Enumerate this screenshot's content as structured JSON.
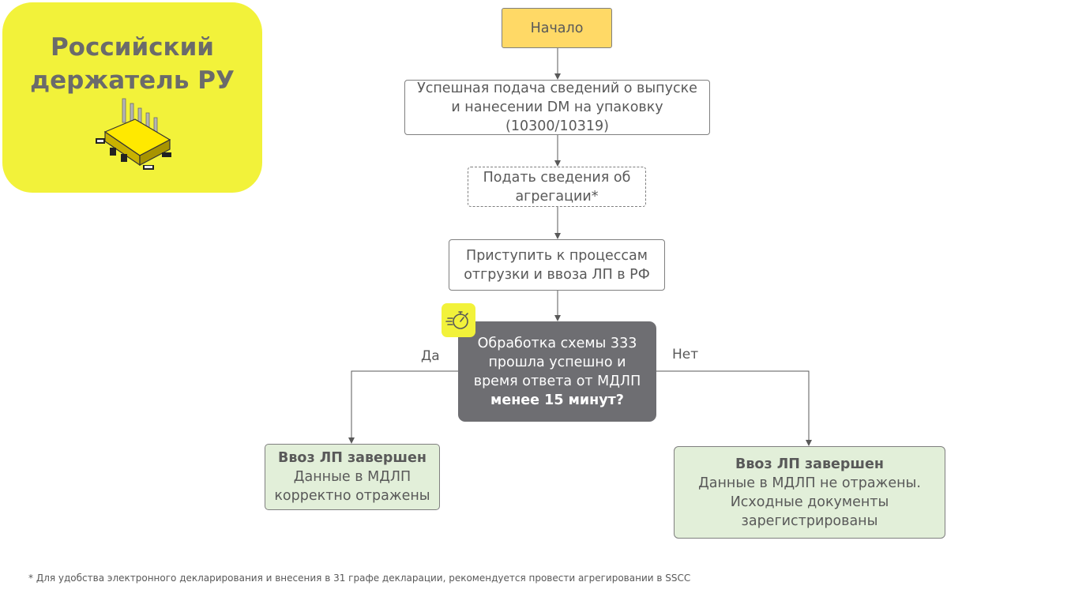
{
  "header_card": {
    "title_lines": [
      "Российский",
      "держатель РУ"
    ],
    "icon": "microchip-icon",
    "color": "#f2f23a"
  },
  "flow": {
    "start": "Начало",
    "step1_lines": [
      "Успешная подача сведений о выпуске",
      "и нанесении DM на упаковку",
      "(10300/10319)"
    ],
    "step2_lines": [
      "Подать сведения об",
      "агрегации*"
    ],
    "step3_lines": [
      "Приступить к процессам",
      "отгрузки и ввоза ЛП в РФ"
    ],
    "decision_lines": [
      "Обработка схемы 333",
      "прошла успешно и",
      "время ответа от МДЛП"
    ],
    "decision_bold": "менее 15 минут?",
    "decision_icon": "stopwatch-icon",
    "yes_label": "Да",
    "no_label": "Нет",
    "yes_result": {
      "title": "Ввоз ЛП завершен",
      "lines": [
        "Данные в МДЛП",
        "корректно отражены"
      ]
    },
    "no_result": {
      "title": "Ввоз ЛП завершен",
      "lines": [
        "Данные в МДЛП не отражены.",
        "Исходные документы",
        "зарегистрированы"
      ]
    }
  },
  "footnote": "* Для удобства электронного декларирования и внесения в 31 графе декларации, рекомендуется провести агрегировании в SSCC",
  "colors": {
    "accent_yellow": "#f2f23a",
    "start_fill": "#ffd966",
    "decision_fill": "#6e6e72",
    "result_fill": "#e2efd9",
    "text": "#595959"
  }
}
